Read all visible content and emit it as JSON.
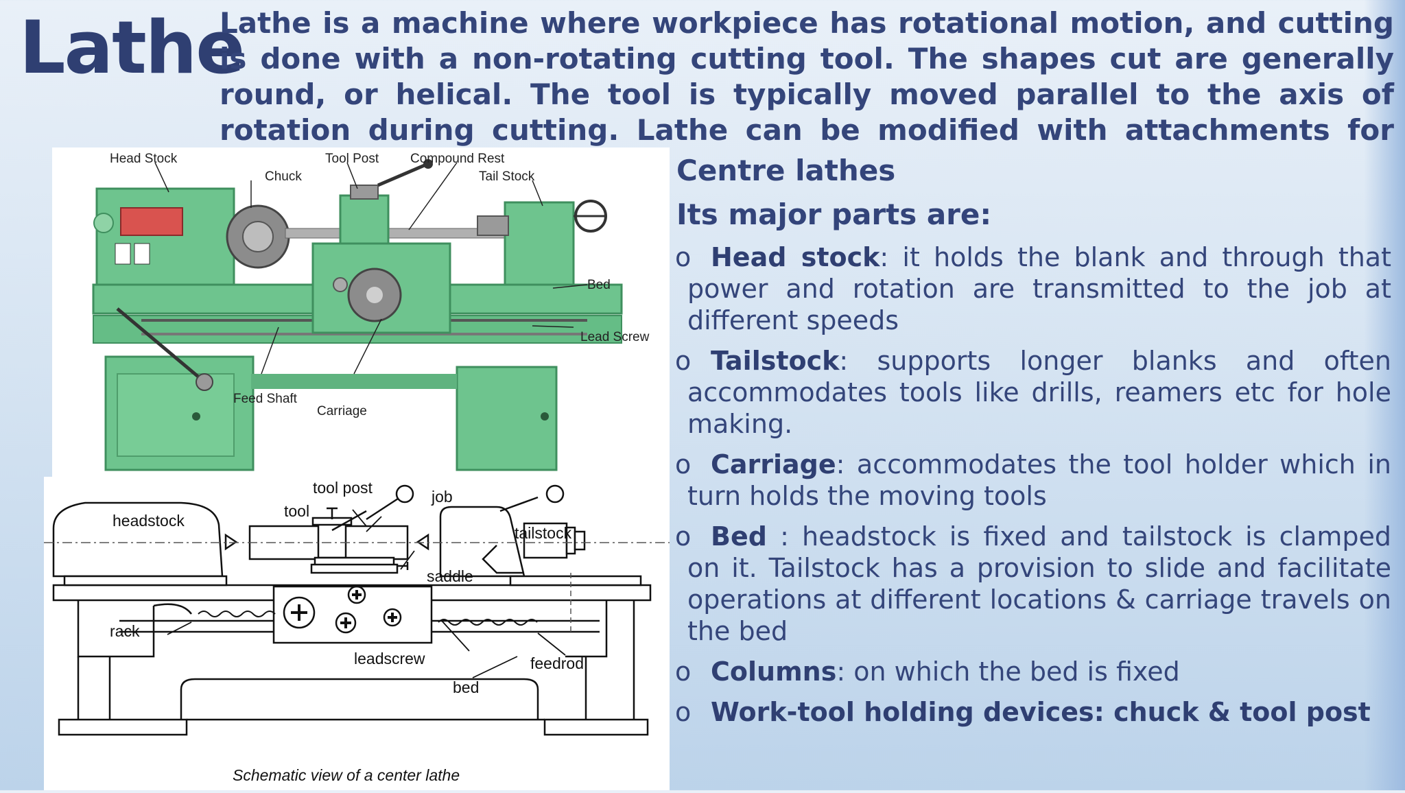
{
  "slide": {
    "title": "Lathe",
    "intro": "Lathe is a machine where workpiece has rotational motion, and cutting is done with a non-rotating cutting tool. The shapes cut are generally round, or helical. The tool is typically moved parallel to the axis of rotation during cutting. Lathe can be modified with attachments for some more operations."
  },
  "photo": {
    "labels": {
      "head_stock": "Head Stock",
      "chuck": "Chuck",
      "tool_post": "Tool Post",
      "compound_rest": "Compound Rest",
      "tail_stock": "Tail Stock",
      "bed": "Bed",
      "lead_screw": "Lead Screw",
      "feed_shaft": "Feed Shaft",
      "carriage": "Carriage"
    }
  },
  "schematic": {
    "labels": {
      "tool_post": "tool post",
      "job": "job",
      "tool": "tool",
      "headstock": "headstock",
      "tailstock": "tailstock",
      "saddle": "saddle",
      "rack": "rack",
      "leadscrew": "leadscrew",
      "feedrod": "feedrod",
      "bed": "bed"
    },
    "caption": "Schematic view of a center lathe"
  },
  "content": {
    "heading1": "Centre lathes",
    "heading2": "Its major parts are:",
    "bullet_mark": "o",
    "bullets": [
      {
        "term": "Head stock",
        "text": ": it holds the blank and through that power and rotation are transmitted to the job at different speeds"
      },
      {
        "term": "Tailstock",
        "text": ": supports longer blanks and often accommodates tools like drills, reamers etc for hole making."
      },
      {
        "term": "Carriage",
        "text": ": accommodates the tool holder which in turn holds the moving tools"
      },
      {
        "term": "Bed",
        "text": " : headstock is fixed and tailstock is clamped on it. Tailstock has a provision to slide and facilitate operations at different locations  & carriage travels on the bed"
      },
      {
        "term": "Columns",
        "text": ": on which the bed is fixed"
      },
      {
        "term": "Work-tool holding devices: chuck & tool post",
        "text": ""
      }
    ]
  },
  "colors": {
    "text": "#2f3f72",
    "machine_green": "#6ec48e",
    "machine_dark": "#3f8f5e"
  }
}
